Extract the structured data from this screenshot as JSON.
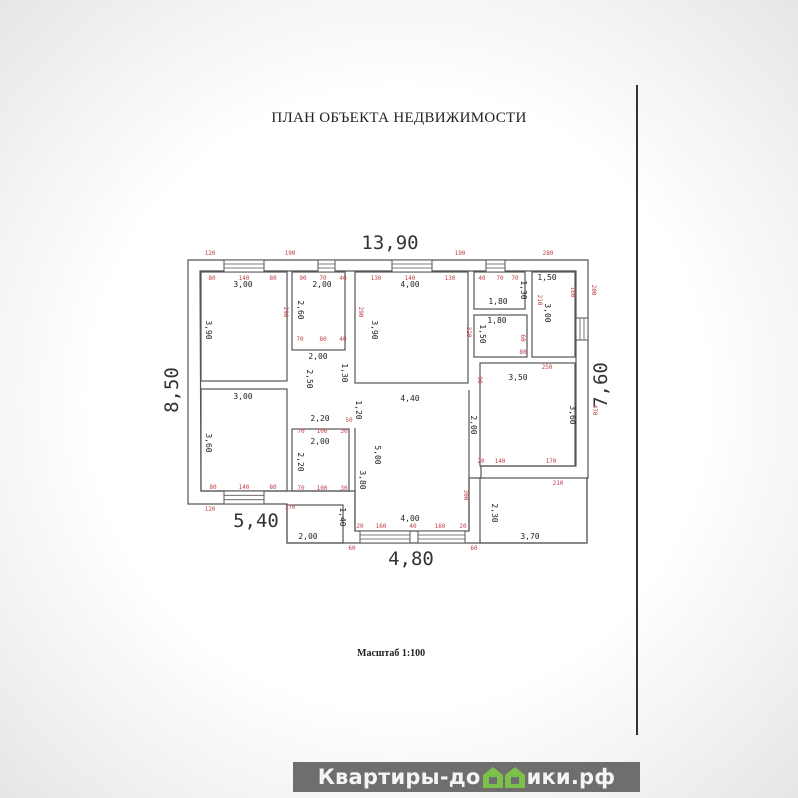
{
  "title": "ПЛАН ОБЪЕКТА НЕДВИЖИМОСТИ",
  "scale_label": "Масштаб 1:100",
  "watermark": {
    "text": "Квартиры-домики.рф",
    "part1": "Квартиры-до",
    "part2": "ики.рф",
    "icon": "house-icon",
    "bar_color": "#6e6e6e",
    "house_color": "#7cc04a"
  },
  "overall_dimensions": [
    "13,90",
    "8,50",
    "7,60",
    "5,40",
    "4,80"
  ],
  "room_dimensions": [
    "3,00",
    "3,90",
    "2,00",
    "2,60",
    "4,00",
    "3,90",
    "1,80",
    "1,30",
    "1,80",
    "1,50",
    "1,50",
    "3,00",
    "2,00",
    "2,50",
    "1,30",
    "4,40",
    "3,50",
    "3,00",
    "3,60",
    "2,20",
    "1,20",
    "2,00",
    "2,20",
    "3,80",
    "5,00",
    "2,00",
    "3,60",
    "4,00",
    "2,00",
    "1,40",
    "2,30",
    "3,70"
  ],
  "segment_marks": [
    "120",
    "190",
    "190",
    "280",
    "80",
    "140",
    "80",
    "90",
    "70",
    "40",
    "130",
    "140",
    "130",
    "40",
    "70",
    "70",
    "160",
    "200",
    "290",
    "290",
    "310",
    "210",
    "250",
    "470",
    "170",
    "140",
    "20",
    "210",
    "80",
    "140",
    "80",
    "70",
    "100",
    "30",
    "120",
    "170",
    "300",
    "20",
    "160",
    "40",
    "160",
    "20",
    "60",
    "60",
    "70",
    "100",
    "30",
    "50",
    "70",
    "80",
    "40",
    "60",
    "80",
    "90"
  ],
  "colors": {
    "dimension_marks": "#c0404a",
    "walls": "#555555"
  }
}
